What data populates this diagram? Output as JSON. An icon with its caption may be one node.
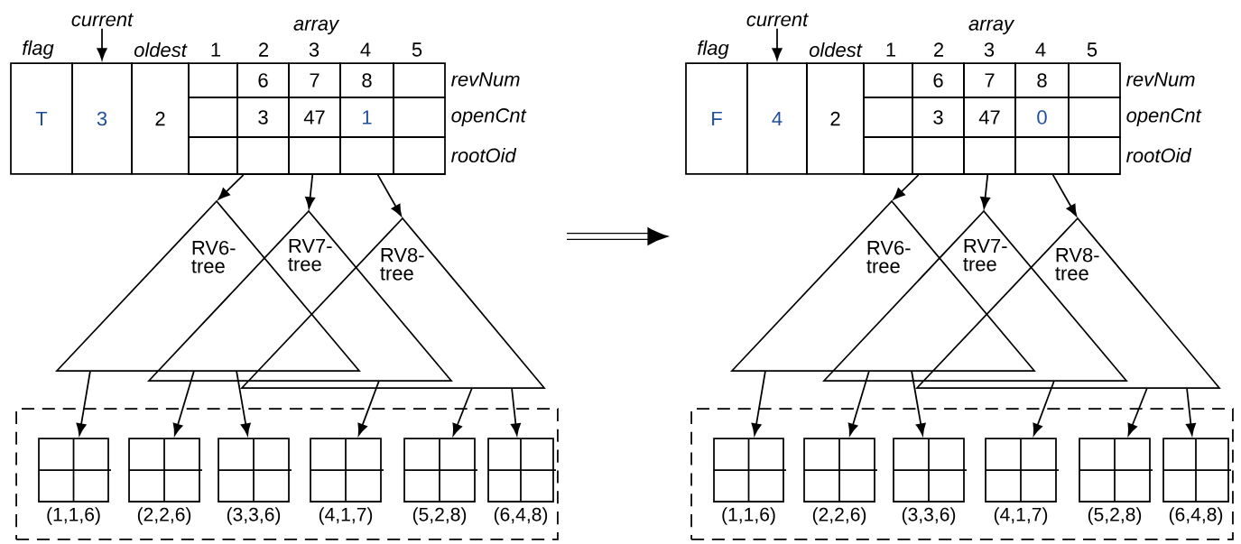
{
  "diagram": {
    "nodes": [
      {
        "text": [
          "current"
        ]
      },
      {
        "text": [
          "T"
        ],
        "beside": [
          "flag"
        ]
      },
      {
        "text": [
          "3"
        ]
      },
      {
        "text": [
          "2"
        ],
        "beside": [
          "oldest"
        ]
      },
      {
        "text": [],
        "shape": "box"
      },
      {
        "text": [
          "6"
        ]
      },
      {
        "text": [
          "7"
        ]
      },
      {
        "text": [
          "8"
        ]
      },
      {
        "text": [],
        "shape": "box"
      },
      {
        "text": [],
        "shape": "box"
      },
      {
        "text": [
          "3"
        ]
      },
      {
        "text": [
          "47"
        ]
      },
      {
        "text": [
          "1"
        ]
      },
      {
        "text": [],
        "shape": "box"
      },
      {
        "text": [],
        "shape": "box"
      },
      {
        "text": [],
        "shape": "box"
      },
      {
        "text": [],
        "shape": "box"
      },
      {
        "text": [],
        "shape": "box"
      },
      {
        "text": [],
        "shape": "box"
      },
      {
        "text": [
          "RV6- tree"
        ]
      },
      {
        "text": [
          "RV7- tree"
        ]
      },
      {
        "text": [
          "RV8- tree"
        ]
      },
      {
        "text": [],
        "shape": "box"
      },
      {
        "text": [],
        "shape": "box",
        "in": 22,
        "beside": [
          "(1,1,6)"
        ]
      },
      {
        "text": [],
        "shape": "box",
        "in": 22,
        "beside": [
          "(2,2,6)"
        ]
      },
      {
        "text": [],
        "shape": "box",
        "in": 22,
        "beside": [
          "(3,3,6)"
        ]
      },
      {
        "text": [],
        "shape": "box",
        "in": 22,
        "beside": [
          "(4,1,7)"
        ]
      },
      {
        "text": [],
        "shape": "box",
        "in": 22,
        "beside": [
          "(5,2,8)"
        ]
      },
      {
        "text": [],
        "shape": "box",
        "in": 22,
        "beside": [
          "(6,4,8)"
        ]
      },
      {
        "text": [
          "current"
        ]
      },
      {
        "text": [
          "F"
        ],
        "beside": [
          "flag"
        ]
      },
      {
        "text": [
          "4"
        ]
      },
      {
        "text": [
          "2"
        ],
        "beside": [
          "oldest"
        ]
      },
      {
        "text": [],
        "shape": "box"
      },
      {
        "text": [
          "6"
        ]
      },
      {
        "text": [
          "7"
        ]
      },
      {
        "text": [
          "8"
        ]
      },
      {
        "text": [],
        "shape": "box"
      },
      {
        "text": [],
        "shape": "box"
      },
      {
        "text": [
          "3"
        ]
      },
      {
        "text": [
          "47"
        ]
      },
      {
        "text": [
          "0"
        ]
      },
      {
        "text": [],
        "shape": "box"
      },
      {
        "text": [],
        "shape": "box"
      },
      {
        "text": [],
        "shape": "box"
      },
      {
        "text": [],
        "shape": "box"
      },
      {
        "text": [],
        "shape": "box"
      },
      {
        "text": [],
        "shape": "box"
      },
      {
        "text": [
          "RV6- tree"
        ]
      },
      {
        "text": [
          "RV7- tree"
        ]
      },
      {
        "text": [
          "RV8- tree"
        ]
      },
      {
        "text": [],
        "shape": "box"
      },
      {
        "text": [],
        "shape": "box",
        "in": 51,
        "beside": [
          "(1,1,6)"
        ]
      },
      {
        "text": [],
        "shape": "box",
        "in": 51,
        "beside": [
          "(2,2,6)"
        ]
      },
      {
        "text": [],
        "shape": "box",
        "in": 51,
        "beside": [
          "(3,3,6)"
        ]
      },
      {
        "text": [],
        "shape": "box",
        "in": 51,
        "beside": [
          "(4,1,7)"
        ]
      },
      {
        "text": [],
        "shape": "box",
        "in": 51,
        "beside": [
          "(5,2,8)"
        ]
      },
      {
        "text": [],
        "shape": "box",
        "in": 51,
        "beside": [
          "(6,4,8)"
        ]
      }
    ],
    "edges": [
      {
        "from": 0,
        "to": 2,
        "arrow": "to"
      },
      {
        "from": 15,
        "to": 19,
        "arrow": "to"
      },
      {
        "from": 16,
        "to": 20,
        "arrow": "to"
      },
      {
        "from": 17,
        "to": 21,
        "arrow": "to"
      },
      {
        "from": 19,
        "to": 23,
        "arrow": "to"
      },
      {
        "from": 19,
        "to": 24,
        "arrow": "to"
      },
      {
        "from": 19,
        "to": 25,
        "arrow": "to"
      },
      {
        "from": 20,
        "to": 26,
        "arrow": "to"
      },
      {
        "from": 21,
        "to": 27,
        "arrow": "to"
      },
      {
        "from": 21,
        "to": 28,
        "arrow": "to"
      },
      {
        "from": 29,
        "to": 31,
        "arrow": "to"
      },
      {
        "from": 44,
        "to": 48,
        "arrow": "to"
      },
      {
        "from": 45,
        "to": 49,
        "arrow": "to"
      },
      {
        "from": 46,
        "to": 50,
        "arrow": "to"
      },
      {
        "from": 48,
        "to": 52,
        "arrow": "to"
      },
      {
        "from": 48,
        "to": 53,
        "arrow": "to"
      },
      {
        "from": 48,
        "to": 54,
        "arrow": "to"
      },
      {
        "from": 49,
        "to": 55,
        "arrow": "to"
      },
      {
        "from": 50,
        "to": 56,
        "arrow": "to"
      },
      {
        "from": 50,
        "to": 57,
        "arrow": "to"
      }
    ],
    "labels": [
      "array",
      "1",
      "2",
      "3",
      "4",
      "5",
      "revNum",
      "openCnt",
      "rootOid",
      "array",
      "1",
      "2",
      "3",
      "4",
      "5",
      "revNum",
      "openCnt",
      "rootOid"
    ]
  }
}
